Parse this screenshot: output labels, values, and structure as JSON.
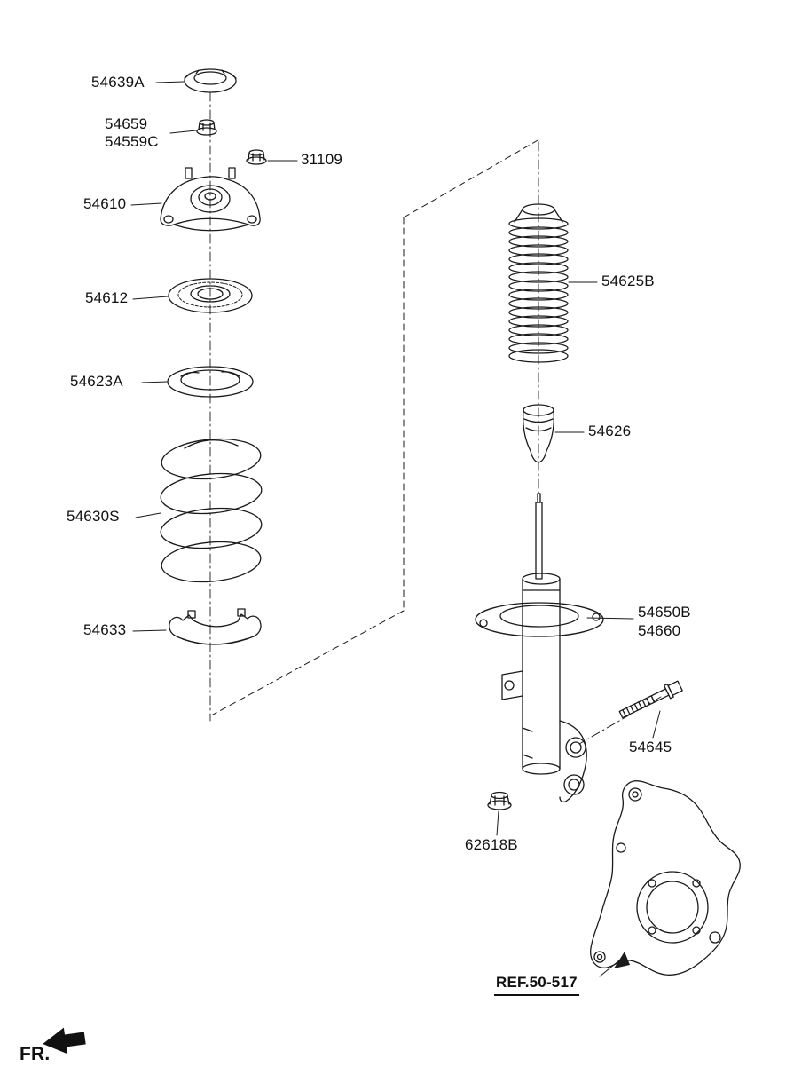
{
  "page": {
    "background": "#ffffff",
    "line_color": "#1a1a1a"
  },
  "diagram": {
    "labels": {
      "cap": "54639A",
      "lock_nut": "54659",
      "lock_nut_alt": "54559C",
      "flange_nut": "31109",
      "insulator": "54610",
      "bearing": "54612",
      "upper_pad": "54623A",
      "coil_spring": "54630S",
      "lower_pad": "54633",
      "dust_cover": "54625B",
      "bumper_stopper": "54626",
      "strut_a": "54650B",
      "strut_b": "54660",
      "bolt": "54645",
      "nut": "62618B",
      "knuckle_ref": "REF.50-517",
      "front_marker": "FR."
    }
  }
}
